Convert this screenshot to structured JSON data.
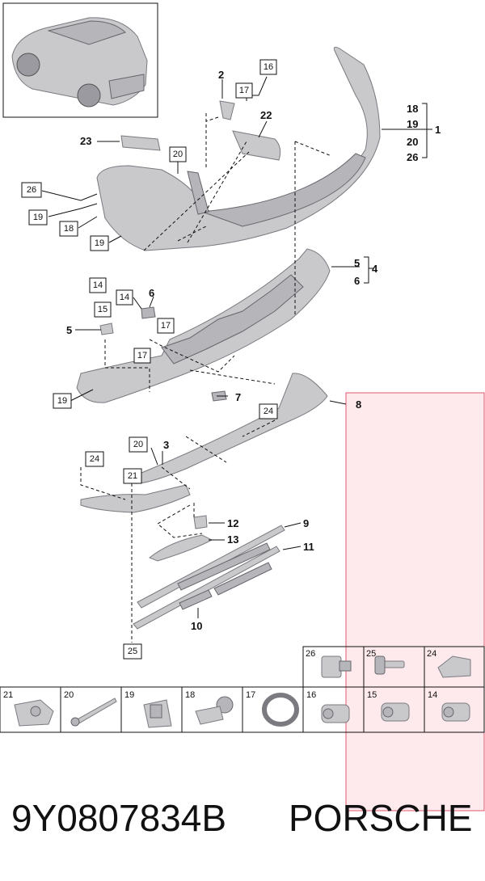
{
  "colors": {
    "highlight_fill": "#fde1e6",
    "highlight_stroke": "#e05a6e",
    "part_grey": "#c9c9cc"
  },
  "callouts": {
    "c1": "1",
    "c2": "2",
    "c3": "3",
    "c4": "4",
    "c5a": "5",
    "c5b": "5",
    "c6a": "6",
    "c6b": "6",
    "c7": "7",
    "c8": "8",
    "c9": "9",
    "c10": "10",
    "c11": "11",
    "c12": "12",
    "c13": "13",
    "c14a": "14",
    "c14b": "14",
    "c15": "15",
    "c16": "16",
    "c17a": "17",
    "c17b": "17",
    "c17c": "17",
    "c18a": "18",
    "c18b": "18",
    "c19a": "19",
    "c19b": "19",
    "c19c": "19",
    "c19d": "19",
    "c20a": "20",
    "c20b": "20",
    "c20c": "20",
    "c21": "21",
    "c22": "22",
    "c23": "23",
    "c24a": "24",
    "c24b": "24",
    "c25": "25",
    "c26a": "26",
    "c26b": "26"
  },
  "fastener_grid": {
    "top_row": [
      {
        "num": "26",
        "icon": "clip-nut-icon"
      },
      {
        "num": "25",
        "icon": "bolt-icon"
      },
      {
        "num": "24",
        "icon": "clip-bracket-icon"
      }
    ],
    "bottom_row": [
      {
        "num": "21",
        "icon": "spring-nut-icon"
      },
      {
        "num": "20",
        "icon": "rivet-pin-icon"
      },
      {
        "num": "19",
        "icon": "spring-clip-icon"
      },
      {
        "num": "18",
        "icon": "expansion-rivet-icon"
      },
      {
        "num": "17",
        "icon": "retaining-ring-icon"
      },
      {
        "num": "16",
        "icon": "sensor-holder-icon"
      },
      {
        "num": "15",
        "icon": "sensor-holder-icon"
      },
      {
        "num": "14",
        "icon": "sensor-holder-icon"
      }
    ]
  },
  "footer": {
    "part_number": "9Y0807834B",
    "brand": "PORSCHE"
  }
}
